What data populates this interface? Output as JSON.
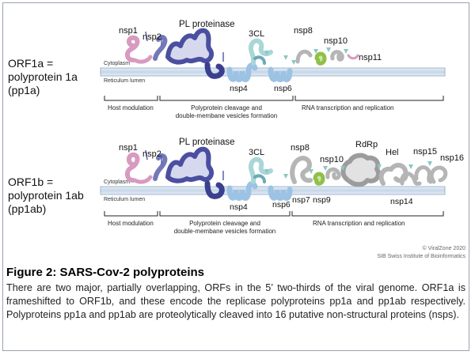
{
  "orf1a": {
    "line1": "ORF1a =",
    "line2": "polyprotein 1a",
    "line3": "(pp1a)"
  },
  "orf1b": {
    "line1": "ORF1b =",
    "line2": "polyprotein 1ab",
    "line3": "(pp1ab)"
  },
  "membrane": {
    "cytoplasm": "Cytoplasm",
    "lumen": "Reticulum lumen"
  },
  "panel_a": {
    "nsp1": "nsp1",
    "nsp2": "nsp2",
    "pl": "PL proteinase",
    "cl": "3CL",
    "nsp4": "nsp4",
    "nsp6": "nsp6",
    "nsp8": "nsp8",
    "nsp10": "nsp10",
    "nsp11": "nsp11",
    "host": "Host modulation",
    "cleavage1": "Polyprotein cleavage and",
    "cleavage2": "double-membane vesicles formation",
    "rna": "RNA transcription and replication"
  },
  "panel_b": {
    "nsp1": "nsp1",
    "nsp2": "nsp2",
    "pl": "PL proteinase",
    "cl": "3CL",
    "nsp4": "nsp4",
    "nsp6": "nsp6",
    "nsp7": "nsp7",
    "nsp8": "nsp8",
    "nsp9": "nsp9",
    "nsp10": "nsp10",
    "rdrp": "RdRp",
    "hel": "Hel",
    "nsp14": "nsp14",
    "nsp15": "nsp15",
    "nsp16": "nsp16",
    "host": "Host modulation",
    "cleavage1": "Polyprotein cleavage and",
    "cleavage2": "double-membane vesicles formation",
    "rna": "RNA transcription and replication"
  },
  "credit": {
    "line1": "© ViralZone 2020",
    "line2": "SIB Swiss Institute of Bioinformatics"
  },
  "caption": {
    "title": "Figure 2: SARS-Cov-2 polyproteins",
    "body": "There are two major, partially overlapping, ORFs in the 5’ two-thirds of the viral genome. ORF1a is frameshifted to ORF1b, and these encode the replicase polyproteins pp1a and pp1ab respectively. Polyproteins pp1a and pp1ab are proteolytically cleaved into 16 putative non-structural proteins (nsps)."
  },
  "colors": {
    "nsp1": "#d89ac0",
    "nsp2": "#7278b8",
    "pl": "#4a4fa0",
    "nsp4": "#9cc2e4",
    "cl": "#a9d6d6",
    "gray": "#b5b5b5",
    "nsp9": "#8fc04a",
    "membrane": "#c8d8ea"
  }
}
